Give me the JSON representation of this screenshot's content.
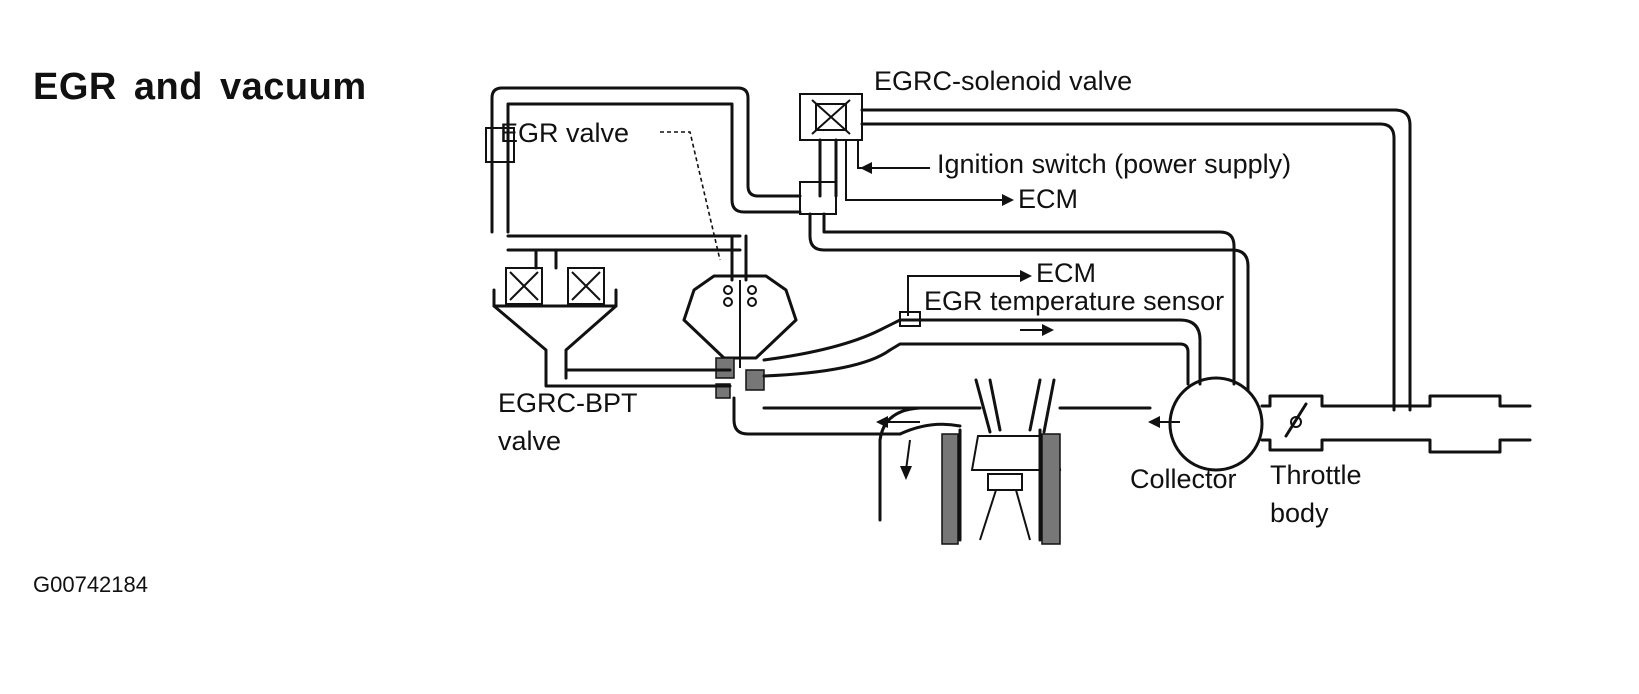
{
  "title": "EGR and vacuum",
  "figure_id": "G00742184",
  "labels": {
    "egrc_solenoid_valve": "EGRC-solenoid valve",
    "egr_valve": "EGR valve",
    "ignition_switch": "Ignition switch (power supply)",
    "ecm_upper": "ECM",
    "ecm_lower": "ECM",
    "egr_temperature_sensor": "EGR temperature sensor",
    "egrc_bpt_valve_line1": "EGRC-BPT",
    "egrc_bpt_valve_line2": "valve",
    "collector": "Collector",
    "throttle_body_line1": "Throttle",
    "throttle_body_line2": "body"
  }
}
